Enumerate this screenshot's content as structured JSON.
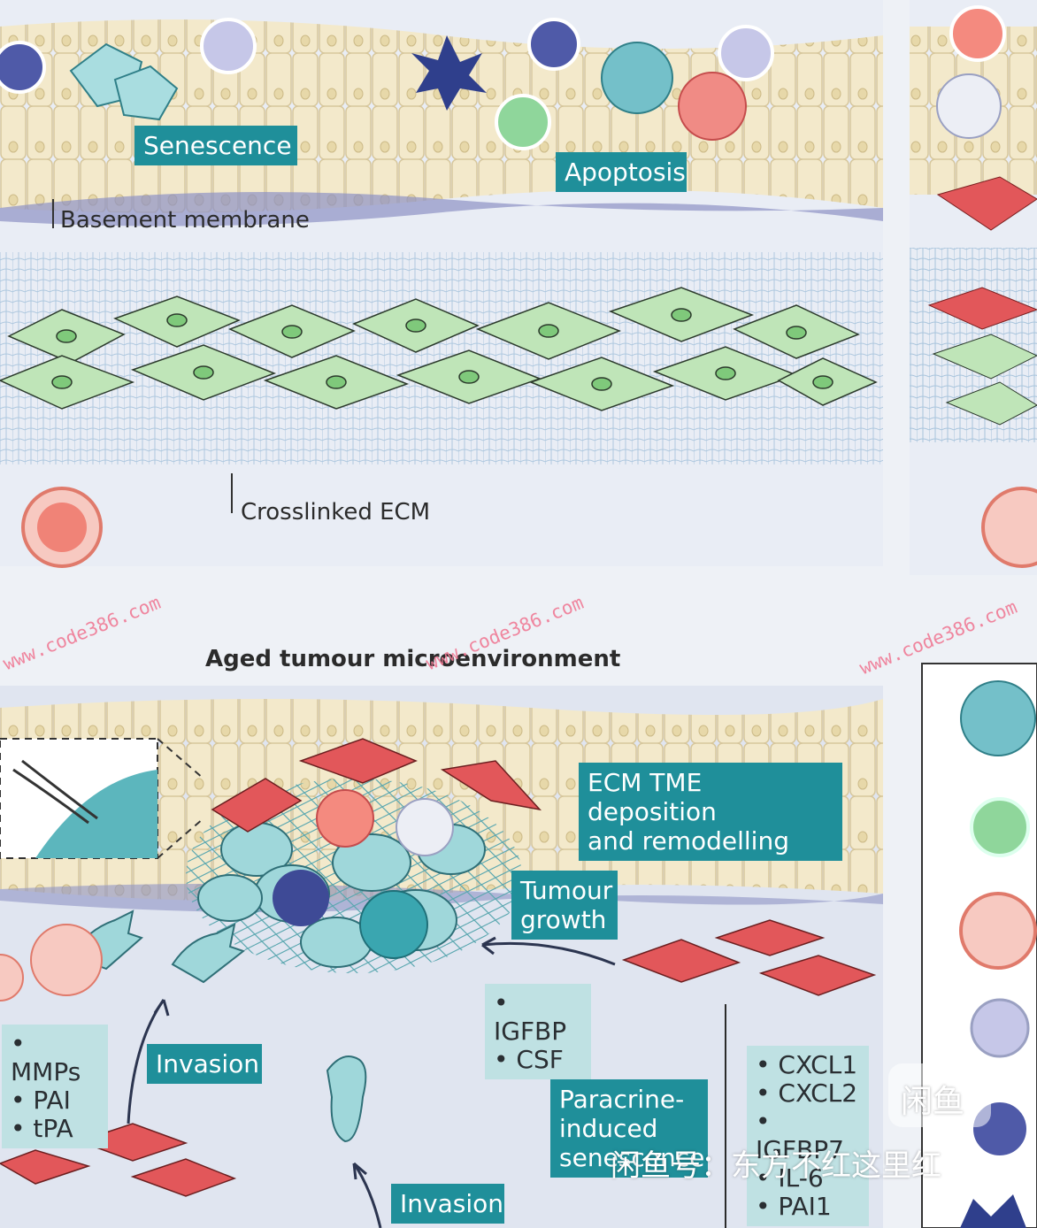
{
  "labels": {
    "senescence": "Senescence",
    "apoptosis": "Apoptosis",
    "basement_membrane": "Basement membrane",
    "crosslinked_ecm": "Crosslinked ECM",
    "aged_title": "Aged tumour microenvironment",
    "ecm_tme_line1": "ECM TME deposition",
    "ecm_tme_line2": "and remodelling",
    "tumour_line1": "Tumour",
    "tumour_line2": "growth",
    "invasion_left": "Invasion",
    "invasion_bottom": "Invasion",
    "paracrine_line1": "Paracrine-",
    "paracrine_line2": "induced",
    "paracrine_line3": "senescence"
  },
  "factor_lists": {
    "mmps": [
      "• MMPs",
      "• PAI",
      "• tPA"
    ],
    "igfbp": [
      "• IGFBP",
      "• CSF"
    ],
    "cxcl": [
      "• CXCL1",
      "• CXCL2",
      "• IGFBP7",
      "• IL-6",
      "• PAI1"
    ]
  },
  "watermarks": {
    "url_1": "www.code386.com",
    "url_2": "www.code386.com",
    "url_3": "www.code386.com",
    "app_logo": "闲鱼",
    "seller_text": "闲鱼号：东方不红这里红"
  },
  "colors": {
    "teal_box": "#1f8f9a",
    "light_box": "#bfe1e3",
    "fibroblast_green": "#bfe5b8",
    "fibroblast_red": "#e2575a",
    "epithelium": "#f1e6c6",
    "stroma": "#dde4f0",
    "tumour_cell": "#9fd7da",
    "watermark_pink": "#f07a95"
  }
}
